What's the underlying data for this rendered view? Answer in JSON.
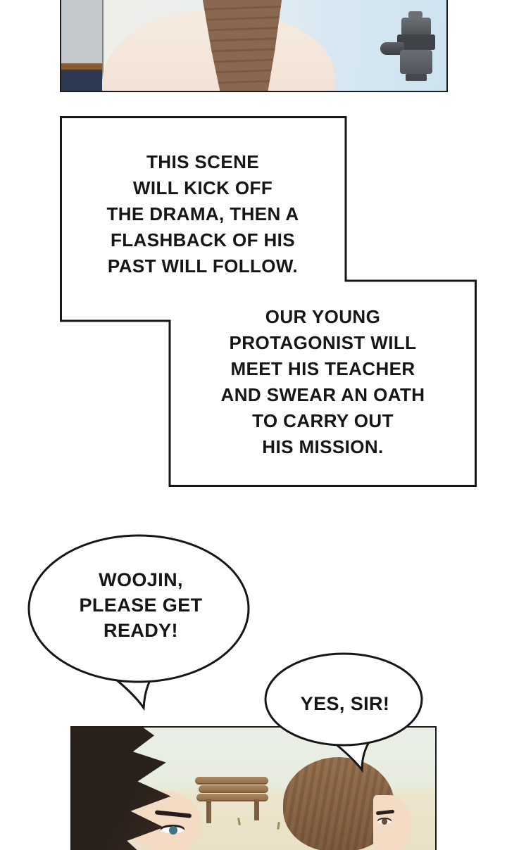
{
  "palette": {
    "ink": "#161616",
    "paper": "#ffffff",
    "sky_top_panel": "#cde3ef",
    "sky_bottom_panel": "#eaf0e8",
    "ground": "#e9e1c7",
    "hair_brown": "#8a6850",
    "hair_dark": "#29201a",
    "skin": "#f3dbc4",
    "wood": "#9a7a52"
  },
  "caption_box_1": {
    "lines": [
      "THIS SCENE",
      "WILL KICK OFF",
      "THE DRAMA, THEN A",
      "FLASHBACK OF HIS",
      "PAST WILL FOLLOW."
    ]
  },
  "caption_box_2": {
    "lines": [
      "OUR YOUNG",
      "PROTAGONIST WILL",
      "MEET HIS TEACHER",
      "AND SWEAR AN OATH",
      "TO CARRY OUT",
      "HIS MISSION."
    ]
  },
  "bubble_woojin": {
    "lines": [
      "WOOJIN,",
      "PLEASE GET",
      "READY!"
    ]
  },
  "bubble_yes_sir": {
    "lines": [
      "YES, SIR!"
    ]
  }
}
